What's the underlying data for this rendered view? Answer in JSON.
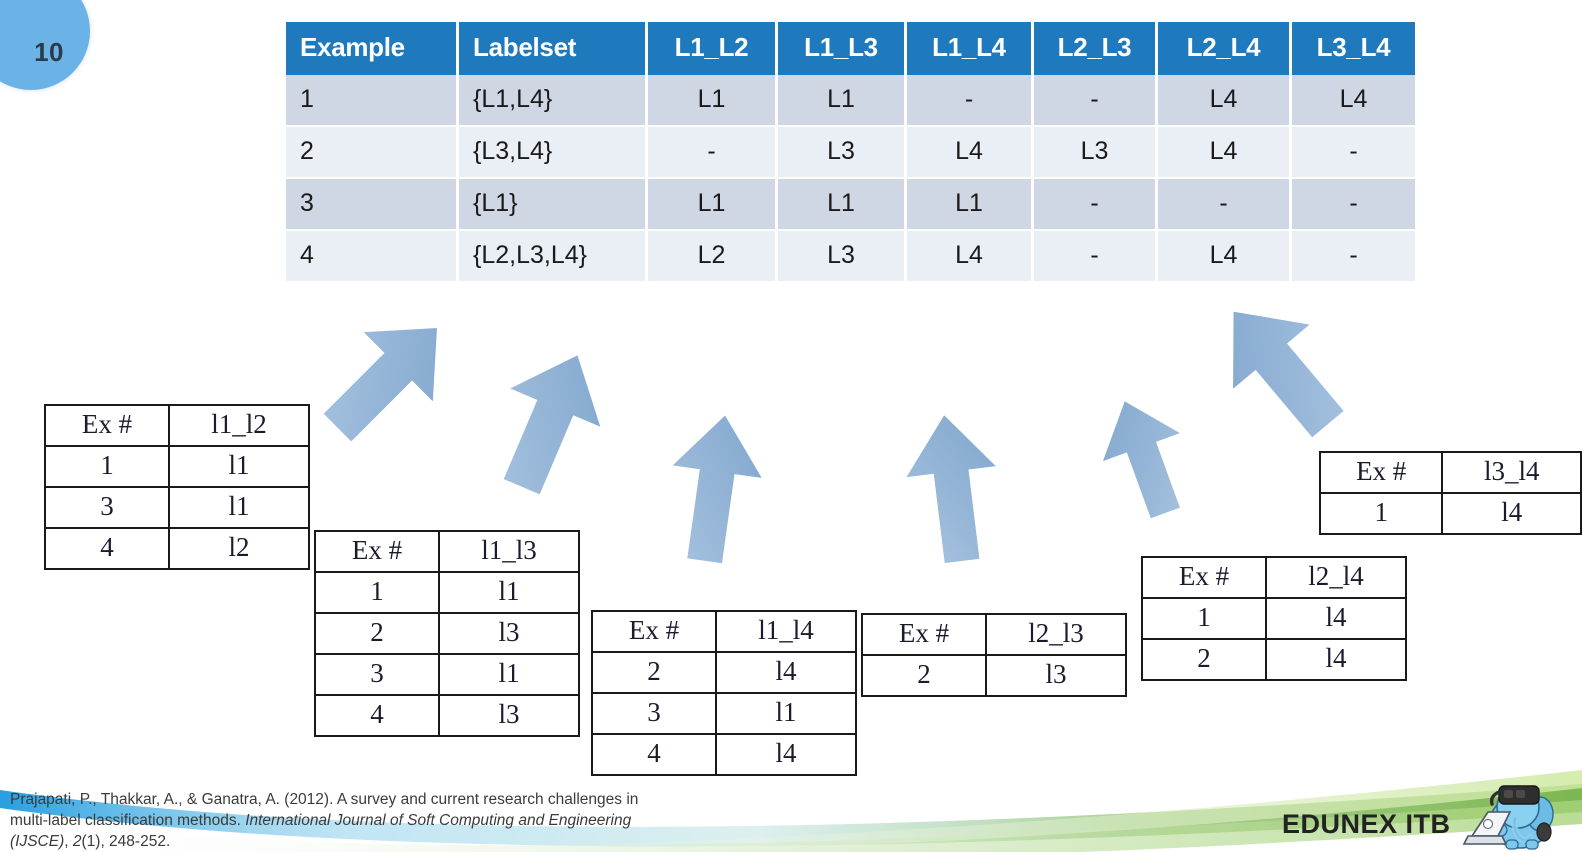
{
  "slide": {
    "number": "10",
    "accent_blue": "#1f79bd",
    "badge_blue": "#6bb2e6",
    "arrow_blue": "#8bafd6",
    "row_odd_bg": "#ced7e3",
    "row_even_bg": "#eaeef5"
  },
  "main_table": {
    "headers": [
      "Example",
      "Labelset",
      "L1_L2",
      "L1_L3",
      "L1_L4",
      "L2_L3",
      "L2_L4",
      "L3_L4"
    ],
    "rows": [
      [
        "1",
        "{L1,L4}",
        "L1",
        "L1",
        "-",
        "-",
        "L4",
        "L4"
      ],
      [
        "2",
        "{L3,L4}",
        "-",
        "L3",
        "L4",
        "L3",
        "L4",
        "-"
      ],
      [
        "3",
        "{L1}",
        "L1",
        "L1",
        "L1",
        "-",
        "-",
        "-"
      ],
      [
        "4",
        "{L2,L3,L4}",
        "L2",
        "L3",
        "L4",
        "-",
        "L4",
        "-"
      ]
    ]
  },
  "pair_tables": [
    {
      "name": "l1-l2",
      "headers": [
        "Ex #",
        "l1_l2"
      ],
      "rows": [
        [
          "1",
          "l1"
        ],
        [
          "3",
          "l1"
        ],
        [
          "4",
          "l2"
        ]
      ]
    },
    {
      "name": "l1-l3",
      "headers": [
        "Ex #",
        "l1_l3"
      ],
      "rows": [
        [
          "1",
          "l1"
        ],
        [
          "2",
          "l3"
        ],
        [
          "3",
          "l1"
        ],
        [
          "4",
          "l3"
        ]
      ]
    },
    {
      "name": "l1-l4",
      "headers": [
        "Ex #",
        "l1_l4"
      ],
      "rows": [
        [
          "2",
          "l4"
        ],
        [
          "3",
          "l1"
        ],
        [
          "4",
          "l4"
        ]
      ]
    },
    {
      "name": "l2-l3",
      "headers": [
        "Ex #",
        "l2_l3"
      ],
      "rows": [
        [
          "2",
          "l3"
        ]
      ]
    },
    {
      "name": "l2-l4",
      "headers": [
        "Ex #",
        "l2_l4"
      ],
      "rows": [
        [
          "1",
          "l4"
        ],
        [
          "2",
          "l4"
        ]
      ]
    },
    {
      "name": "l3-l4",
      "headers": [
        "Ex #",
        "l3_l4"
      ],
      "rows": [
        [
          "1",
          "l4"
        ]
      ]
    }
  ],
  "citation": {
    "part1": "Prajapati, P., Thakkar, A., & Ganatra, A. (2012). A survey and current research challenges in multi-label classification methods. ",
    "journal": "International Journal of Soft Computing and Engineering (IJSCE)",
    "part2": ", ",
    "volume": "2",
    "part3": "(1), 248-252."
  },
  "footer": {
    "brand": "EDUNEX ITB",
    "mascot_icon": "elephant-vr-laptop-mascot"
  }
}
